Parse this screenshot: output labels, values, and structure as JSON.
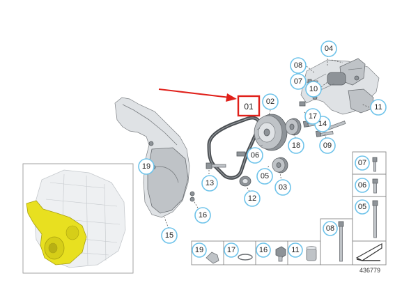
{
  "diagram_id": "436779",
  "highlighted_part": "01",
  "callouts": {
    "c01": "01",
    "c02": "02",
    "c03": "03",
    "c04": "04",
    "c05": "05",
    "c06": "06",
    "c07": "07",
    "c08": "08",
    "c09": "09",
    "c10": "10",
    "c11": "11",
    "c12": "12",
    "c13": "13",
    "c14": "14",
    "c15": "15",
    "c16": "16",
    "c17": "17",
    "c18": "18",
    "c19": "19"
  },
  "legend": {
    "l19": "19",
    "l17": "17",
    "l16": "16",
    "l11": "11",
    "l08": "08",
    "l07": "07",
    "l06": "06",
    "l05": "05"
  },
  "colors": {
    "callout_stroke": "#6ec3ea",
    "highlight_box": "#e0201a",
    "arrow": "#e0201a",
    "engine_highlight": "#e8e020"
  }
}
